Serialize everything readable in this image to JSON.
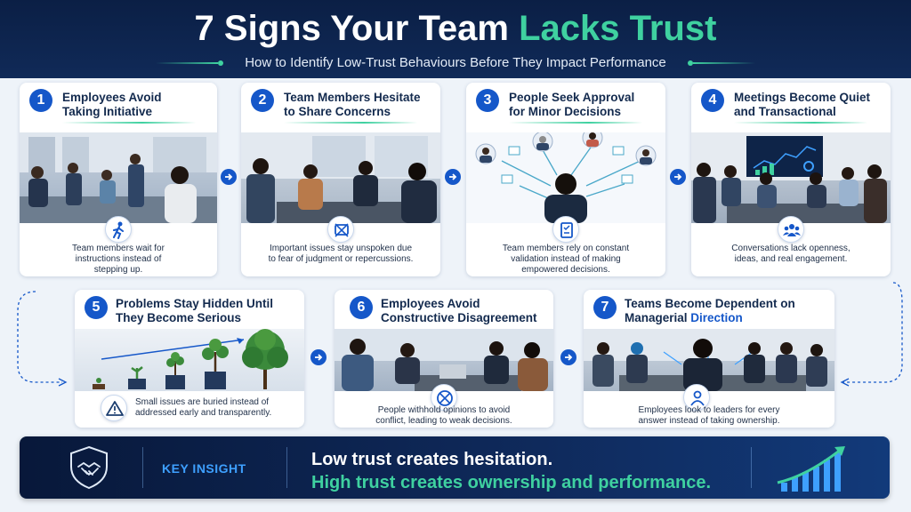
{
  "header": {
    "title_prefix": "7 Signs Your Team ",
    "title_accent": "Lacks Trust",
    "subtitle": "How to Identify Low-Trust Behaviours Before They Impact Performance"
  },
  "signs": [
    {
      "number": "1",
      "title_line1": "Employees Avoid",
      "title_line2": "Taking Initiative",
      "description": "Team members wait for instructions instead of stepping up.",
      "icon": "walking-person-icon"
    },
    {
      "number": "2",
      "title_line1": "Team Members Hesitate",
      "title_line2": "to Share Concerns",
      "description": "Important issues stay unspoken due to fear of judgment or repercussions.",
      "icon": "muted-message-icon"
    },
    {
      "number": "3",
      "title_line1": "People Seek Approval",
      "title_line2": "for Minor Decisions",
      "description": "Team members rely on constant validation instead of making empowered decisions.",
      "icon": "checklist-icon"
    },
    {
      "number": "4",
      "title_line1": "Meetings Become Quiet",
      "title_line2": "and Transactional",
      "description": "Conversations lack openness, ideas, and real engagement.",
      "icon": "group-icon"
    },
    {
      "number": "5",
      "title_line1": "Problems Stay Hidden Until",
      "title_line2": "They Become Serious",
      "description": "Small issues are buried instead of addressed early and transparently.",
      "icon": "warning-icon"
    },
    {
      "number": "6",
      "title_line1": "Employees Avoid",
      "title_line2": "Constructive Disagreement",
      "description": "People withhold opinions to avoid conflict, leading to weak decisions.",
      "icon": "blocked-conflict-icon"
    },
    {
      "number": "7",
      "title_line1": "Teams Become Dependent on",
      "title_line2_a": "Managerial ",
      "title_line2_b": "Direction",
      "description": "Employees look to leaders for every answer instead of taking ownership.",
      "icon": "person-icon"
    }
  ],
  "insight": {
    "label": "KEY INSIGHT",
    "line1": "Low trust creates hesitation.",
    "line2": "High trust creates ownership and performance.",
    "icon": "handshake-shield-icon",
    "chart_icon": "growth-bar-chart-icon"
  },
  "colors": {
    "navy": "#0b1f45",
    "accent_green": "#3fd1a0",
    "primary_blue": "#1557c9"
  }
}
